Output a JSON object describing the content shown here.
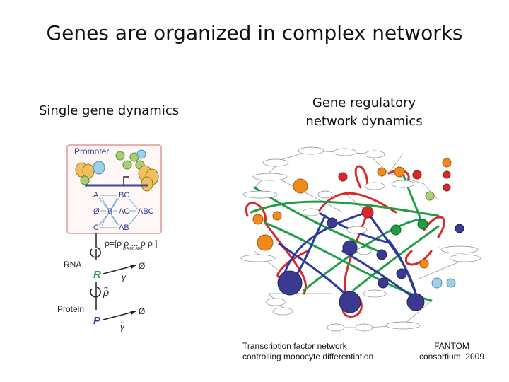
{
  "slide": {
    "title": "Genes are organized in complex networks",
    "left_heading": "Single gene dynamics",
    "right_heading_line1": "Gene regulatory",
    "right_heading_line2": "network dynamics",
    "caption_line1": "Transcription factor network",
    "caption_line2": "controlling monocyte differentiation",
    "credit_line1": "FANTOM",
    "credit_line2": "consortium, 2009"
  },
  "single_gene": {
    "promoter": "Promoter",
    "states_left": [
      "A",
      "Ø",
      "C"
    ],
    "states_mid": [
      "BC",
      "B",
      "AC",
      "AB"
    ],
    "state_right": "ABC",
    "rho_formula": "ρ=[ρ  ρ ... ρ  ρ    ]",
    "rho_subs": "Ø  A        BC  ABC",
    "rna": "RNA",
    "R": "R",
    "gamma": "γ",
    "empty": "Ø",
    "rho_tilde": "ρ̃",
    "protein": "Protein",
    "P": "P",
    "gamma_tilde": "γ̃"
  },
  "colors": {
    "red": "#d62a2a",
    "green": "#1f9e45",
    "blue": "#2a3a9e",
    "orange": "#f08a1a",
    "purple": "#3c3a8f"
  }
}
